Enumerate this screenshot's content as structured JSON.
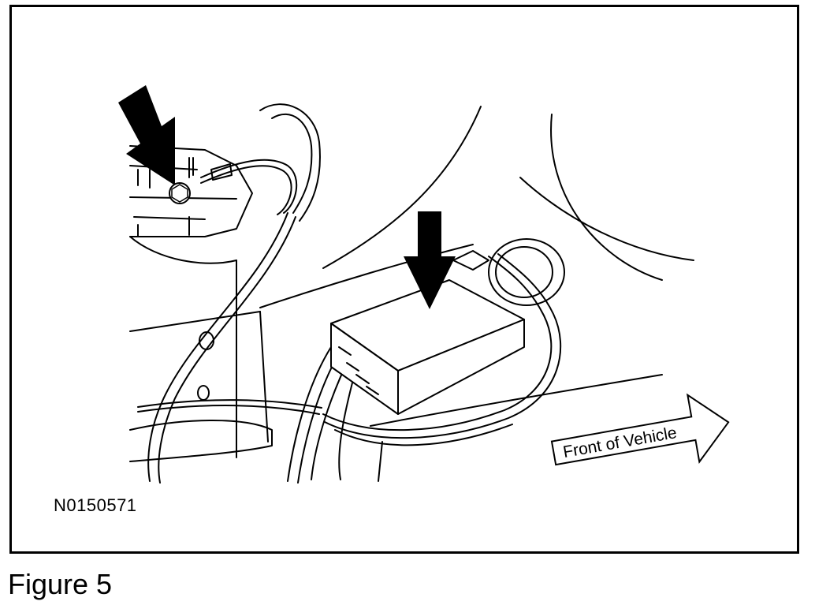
{
  "figure": {
    "caption": "Figure 5",
    "reference_code": "N0150571"
  },
  "labels": {
    "direction": "Front of Vehicle"
  },
  "icons": {
    "ground_callout": "down-right-arrow-icon",
    "module_callout": "down-arrow-icon",
    "direction_arrow": "right-arrow-icon"
  },
  "colors": {
    "ink": "#000000",
    "paper": "#ffffff"
  }
}
